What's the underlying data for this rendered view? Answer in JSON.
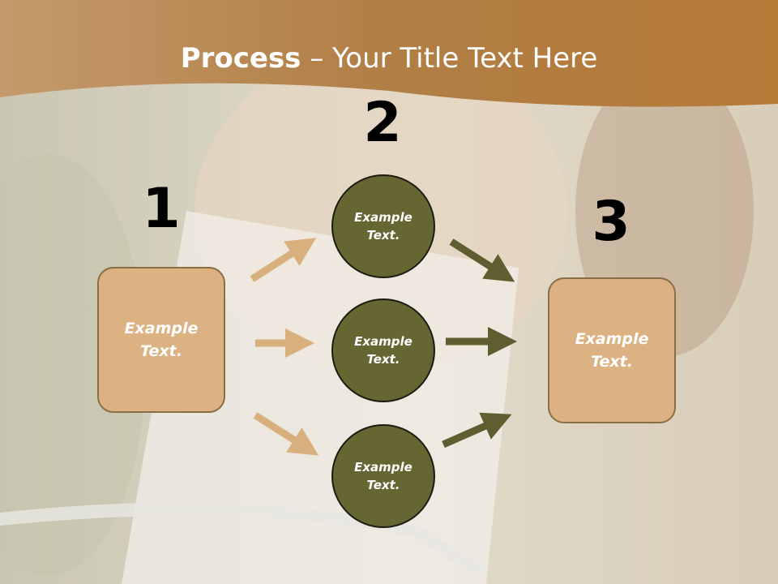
{
  "title": {
    "bold": "Process",
    "rest": " – Your Title Text Here"
  },
  "steps": [
    "1",
    "2",
    "3"
  ],
  "boxes": {
    "left": "Example Text.",
    "right": "Example Text."
  },
  "circles": [
    "Example Text.",
    "Example Text.",
    "Example Text."
  ],
  "colors": {
    "header": "#b0783a",
    "box": "#dcb283",
    "circle": "#666633",
    "arrow_light": "#d8b07e",
    "arrow_dark": "#5e5e30"
  }
}
